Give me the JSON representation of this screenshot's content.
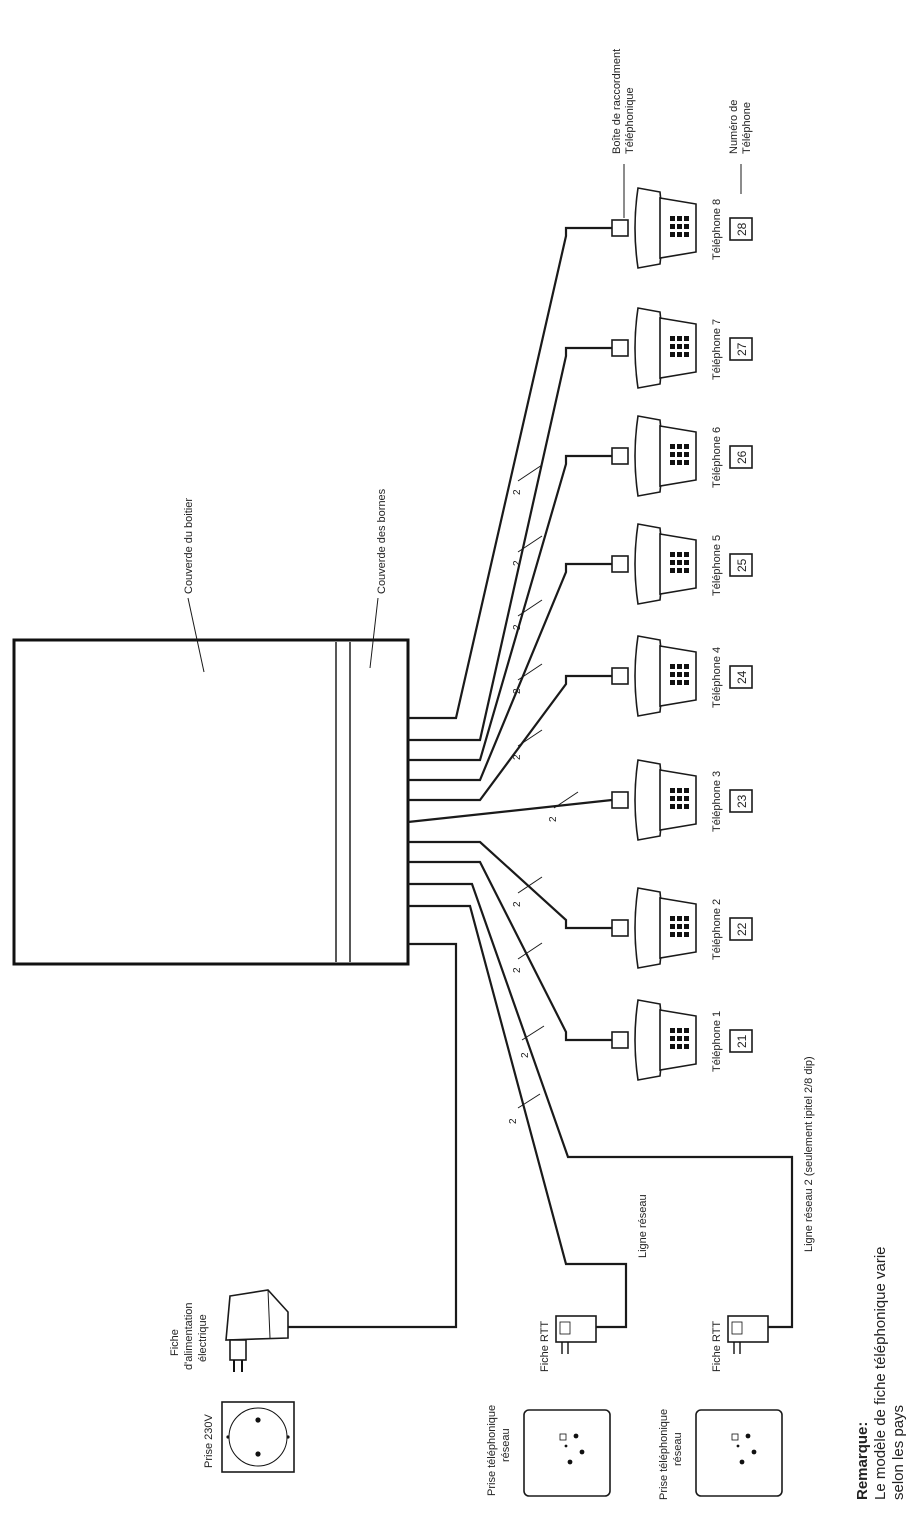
{
  "labels": {
    "boitier": "Couverde du boitier",
    "bornes": "Couverde des bornes",
    "boite_line1": "Boîte de raccordment",
    "boite_line2": "Téléphonique",
    "numero_line1": "Numéro de",
    "numero_line2": "Téléphone",
    "ligne_reseau": "Ligne réseau",
    "ligne_reseau2": "Ligne réseau 2 (seulement ipitel 2/8 dip)",
    "fiche_rtt": "Fiche RTT",
    "prise_tel_line1": "Prise téléphonique",
    "prise_tel_line2": "réseau",
    "prise_230": "Prise 230V",
    "fiche_alim_line1": "Fiche",
    "fiche_alim_line2": "d'alimentation",
    "fiche_alim_line3": "électrique",
    "wire_count": "2"
  },
  "phones": [
    {
      "name": "Téléphone 1",
      "number": "21"
    },
    {
      "name": "Téléphone 2",
      "number": "22"
    },
    {
      "name": "Téléphone 3",
      "number": "23"
    },
    {
      "name": "Téléphone 4",
      "number": "24"
    },
    {
      "name": "Téléphone 5",
      "number": "25"
    },
    {
      "name": "Téléphone 6",
      "number": "26"
    },
    {
      "name": "Téléphone 7",
      "number": "27"
    },
    {
      "name": "Téléphone 8",
      "number": "28"
    }
  ],
  "remark": {
    "title": "Remarque:",
    "line1": "Le modèle de fiche téléphonique varie",
    "line2": "selon les pays"
  }
}
